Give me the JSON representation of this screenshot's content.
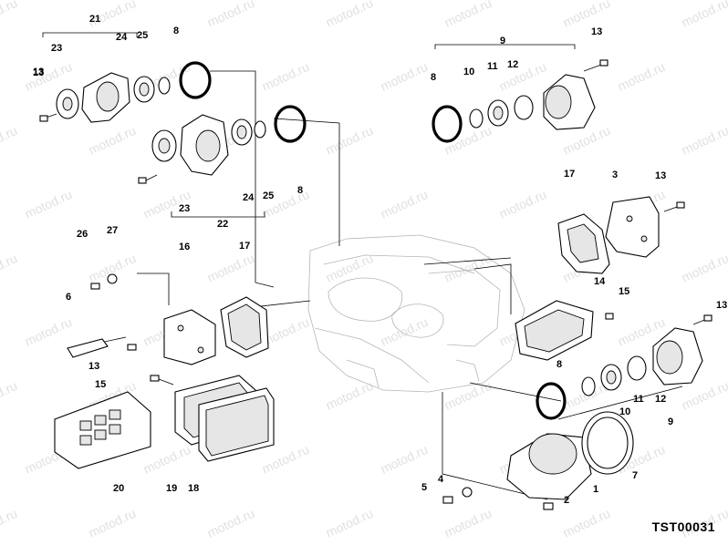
{
  "watermark": "motod.ru",
  "diagram_code": "TST00031",
  "callouts": [
    "21",
    "23",
    "24",
    "25",
    "8",
    "13",
    "9",
    "13",
    "8",
    "10",
    "11",
    "12",
    "13",
    "23",
    "24",
    "25",
    "22",
    "8",
    "17",
    "3",
    "13",
    "26",
    "27",
    "16",
    "17",
    "14",
    "15",
    "6",
    "13",
    "13",
    "15",
    "8",
    "12",
    "11",
    "10",
    "9",
    "20",
    "19",
    "18",
    "4",
    "5",
    "2",
    "1",
    "7"
  ]
}
